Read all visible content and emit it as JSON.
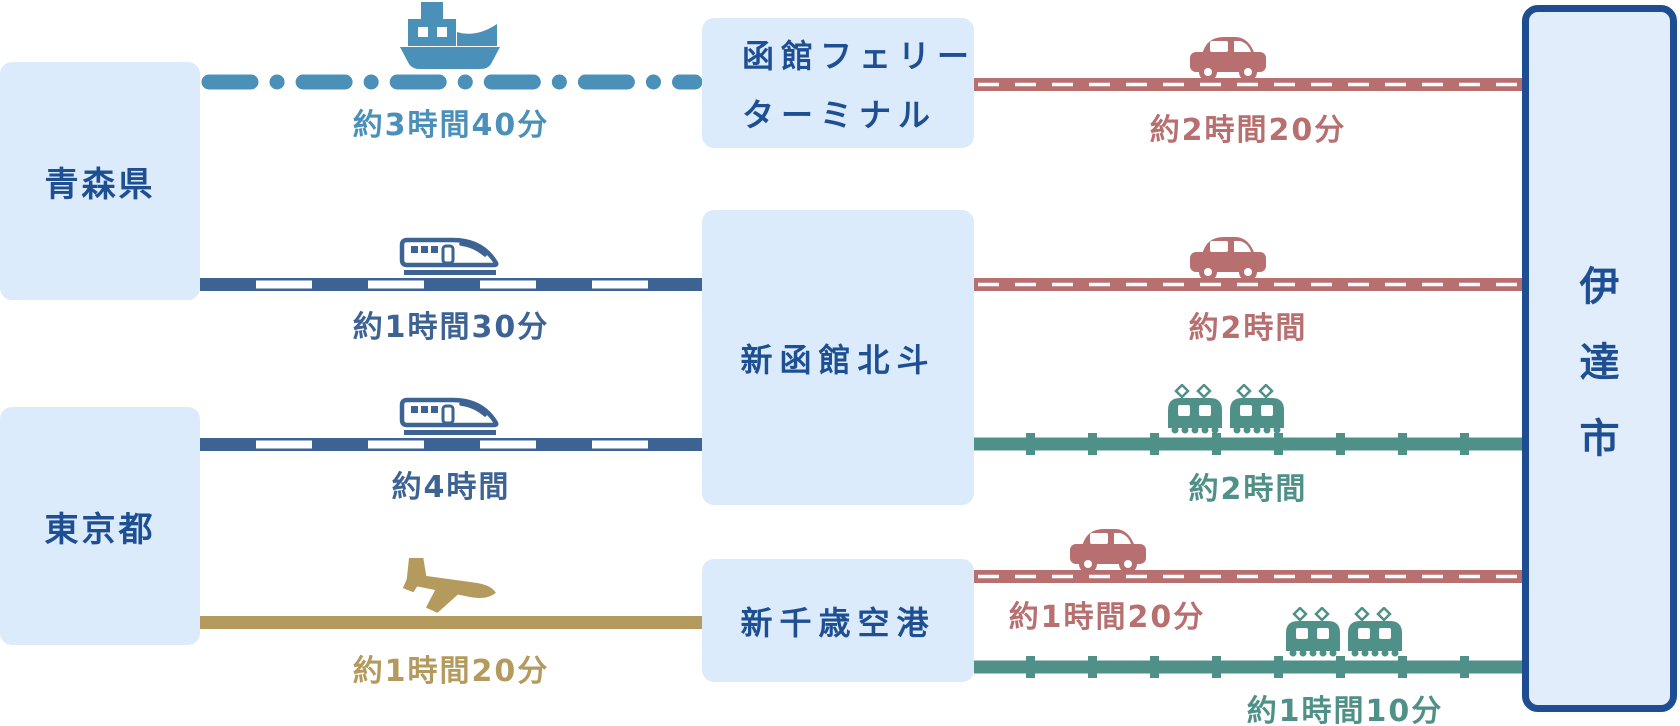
{
  "diagram_title": "",
  "colors": {
    "navy-text": "#1d4f92",
    "navy-line": "#3d6394",
    "ferry": "#4a90b8",
    "gold": "#b49a5c",
    "red": "#b76f6f",
    "teal": "#4f9089",
    "box-fill": "#dcebfc",
    "dest-fill": "#e2edfc",
    "dest-border": "#1e4e91"
  },
  "origins": [
    {
      "id": "aomori",
      "label": "青森県"
    },
    {
      "id": "tokyo",
      "label": "東京都"
    }
  ],
  "waypoints": [
    {
      "id": "hakodate-ferry-terminal",
      "label_line1": "函館フェリー",
      "label_line2": "ターミナル"
    },
    {
      "id": "shin-hakodate-hokuto",
      "label": "新函館北斗"
    },
    {
      "id": "new-chitose-airport",
      "label": "新千歳空港"
    }
  ],
  "destination": {
    "id": "date-city",
    "label": "伊達市",
    "char1": "伊",
    "char2": "達",
    "char3": "市"
  },
  "routes": {
    "left": [
      {
        "id": "aomori-to-hakodate-ferry",
        "from": "青森県",
        "to": "函館フェリーターミナル",
        "mode": "ferry",
        "icon": "ship-icon",
        "line_style": "dash-dot",
        "color": "#4a90b8",
        "duration": "約3時間40分"
      },
      {
        "id": "aomori-to-hokuto-shinkansen",
        "from": "青森県",
        "to": "新函館北斗",
        "mode": "shinkansen",
        "icon": "shinkansen-icon",
        "line_style": "railway",
        "color": "#3d6394",
        "duration": "約1時間30分"
      },
      {
        "id": "tokyo-to-hokuto-shinkansen",
        "from": "東京都",
        "to": "新函館北斗",
        "mode": "shinkansen",
        "icon": "shinkansen-icon",
        "line_style": "railway",
        "color": "#3d6394",
        "duration": "約4時間"
      },
      {
        "id": "tokyo-to-chitose-flight",
        "from": "東京都",
        "to": "新千歳空港",
        "mode": "airplane",
        "icon": "airplane-icon",
        "line_style": "solid",
        "color": "#b49a5c",
        "duration": "約1時間20分"
      }
    ],
    "right": [
      {
        "id": "hakodate-ferry-to-date-car",
        "from": "函館フェリーターミナル",
        "to": "伊達市",
        "mode": "car",
        "icon": "car-icon",
        "line_style": "road",
        "color": "#b76f6f",
        "duration": "約2時間20分"
      },
      {
        "id": "hokuto-to-date-car",
        "from": "新函館北斗",
        "to": "伊達市",
        "mode": "car",
        "icon": "car-icon",
        "line_style": "road",
        "color": "#b76f6f",
        "duration": "約2時間"
      },
      {
        "id": "hokuto-to-date-train",
        "from": "新函館北斗",
        "to": "伊達市",
        "mode": "train",
        "icon": "train-icon",
        "line_style": "railway-ties",
        "color": "#4f9089",
        "duration": "約2時間"
      },
      {
        "id": "chitose-to-date-car",
        "from": "新千歳空港",
        "to": "伊達市",
        "mode": "car",
        "icon": "car-icon",
        "line_style": "road",
        "color": "#b76f6f",
        "duration": "約1時間20分"
      },
      {
        "id": "chitose-to-date-train",
        "from": "新千歳空港",
        "to": "伊達市",
        "mode": "train",
        "icon": "train-icon",
        "line_style": "railway-ties",
        "color": "#4f9089",
        "duration": "約1時間10分"
      }
    ]
  }
}
